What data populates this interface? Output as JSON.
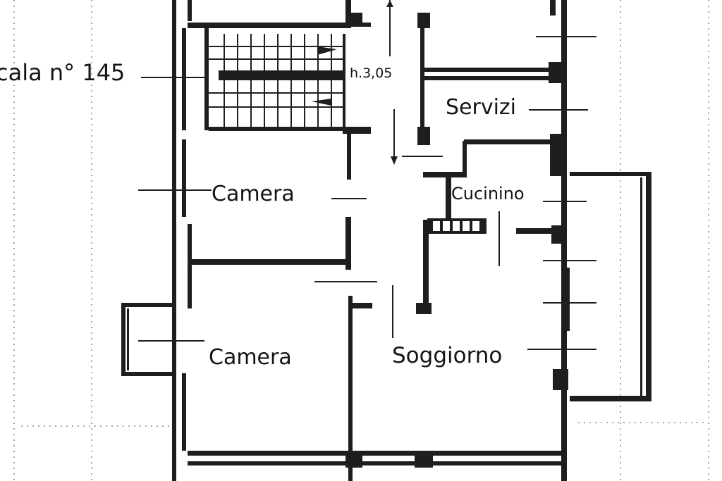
{
  "labels": {
    "stair": "cala n° 145",
    "height": "h.3,05",
    "servizi": "Servizi",
    "camera_1": "Camera",
    "cucinino": "Cucinino",
    "camera_2": "Camera",
    "soggiorno": "Soggiorno"
  },
  "colors": {
    "ink": "#1e1e1e",
    "paper": "#ffffff",
    "faint": "#8a8a8a"
  }
}
